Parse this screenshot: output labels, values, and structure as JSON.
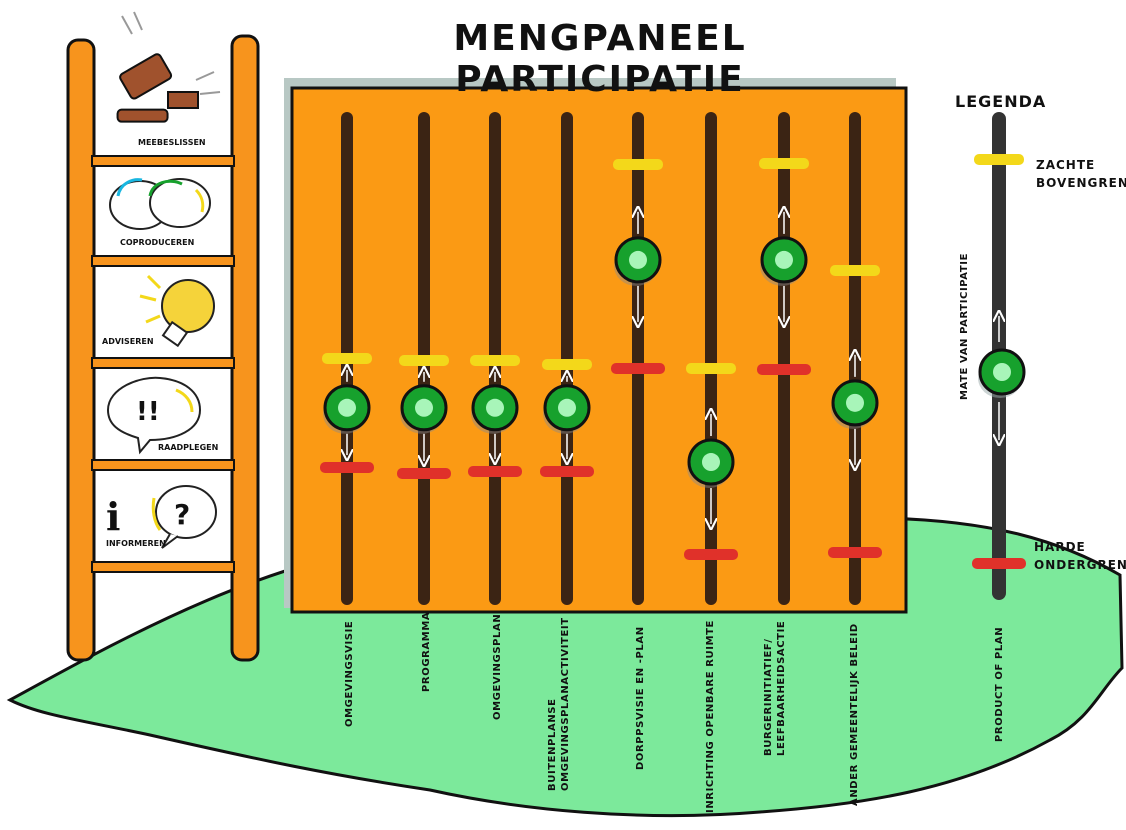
{
  "title": "MENGPANEEL PARTICIPATIE",
  "ladder": {
    "rungs": [
      {
        "label": "MEEBESLISSEN",
        "icon": "gavel-icon"
      },
      {
        "label": "COPRODUCEREN",
        "icon": "speech-bubbles-icon"
      },
      {
        "label": "ADVISEREN",
        "icon": "lightbulb-icon"
      },
      {
        "label": "RAADPLEGEN",
        "icon": "exclamation-bubble-icon"
      },
      {
        "label": "INFORMEREN",
        "icon": "info-question-icon"
      }
    ]
  },
  "panel": {
    "sliders": [
      {
        "label_lines": [
          "OMGEVINGSVISIE"
        ],
        "knob_level": 0.4
      },
      {
        "label_lines": [
          "PROGRAMMA"
        ],
        "knob_level": 0.4
      },
      {
        "label_lines": [
          "OMGEVINGSPLAN"
        ],
        "knob_level": 0.4
      },
      {
        "label_lines": [
          "BUITENPLANSE",
          "OMGEVINGSPLANACTIVITEIT"
        ],
        "knob_level": 0.4
      },
      {
        "label_lines": [
          "DORPPSVISIE EN -PLAN"
        ],
        "knob_level": 0.7
      },
      {
        "label_lines": [
          "INRICHTING OPENBARE RUIMTE"
        ],
        "knob_level": 0.29
      },
      {
        "label_lines": [
          "BURGERINITIATIEF/",
          "LEEFBAARHEIDSACTIE"
        ],
        "knob_level": 0.7
      },
      {
        "label_lines": [
          "ANDER GEMEENTELIJK BELEID"
        ],
        "knob_level": 0.41
      }
    ]
  },
  "legend": {
    "title": "LEGENDA",
    "soft_upper": "ZACHTE BOVENGRENS",
    "hard_lower": "HARDE ONDERGRENS",
    "axis_label": "MATE VAN PARTICIPATIE",
    "slider_label": "PRODUCT OF PLAN"
  },
  "colors": {
    "panel_orange": "#fb9a14",
    "ladder_orange": "#f7941d",
    "grass_green": "#7ce99b",
    "knob_green": "#17a12d",
    "soft_bound_yellow": "#f3d81a",
    "hard_bound_red": "#e0312a",
    "rail_brown": "#3b2414"
  }
}
